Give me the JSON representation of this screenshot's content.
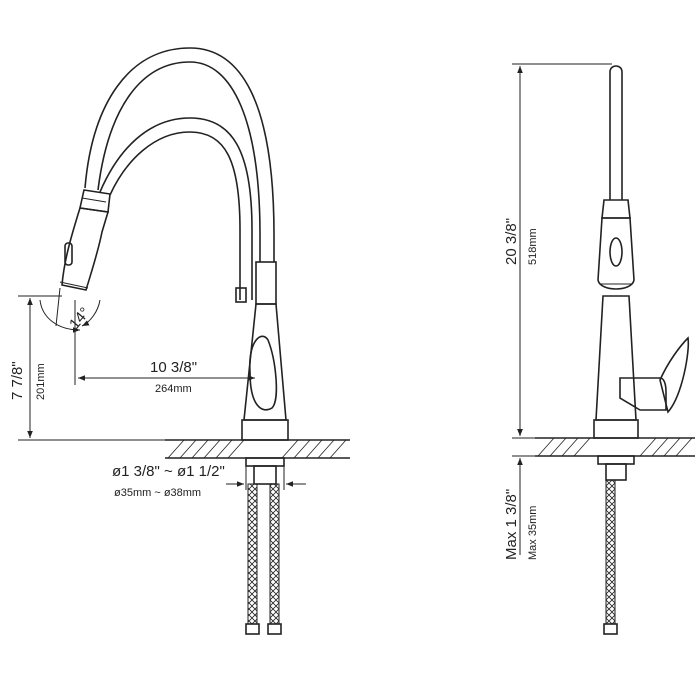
{
  "front_view": {
    "reach_in": "10 3/8\"",
    "reach_mm": "264mm",
    "spout_height_in": "7 7/8\"",
    "spout_height_mm": "201mm",
    "swivel_angle": "14°",
    "hole_in": "ø1 3/8\" ~ ø1 1/2\"",
    "hole_mm": "ø35mm ~ ø38mm"
  },
  "side_view": {
    "total_height_in": "20 3/8\"",
    "total_height_mm": "518mm",
    "deck_in": "Max 1 3/8\"",
    "deck_mm": "Max 35mm"
  }
}
